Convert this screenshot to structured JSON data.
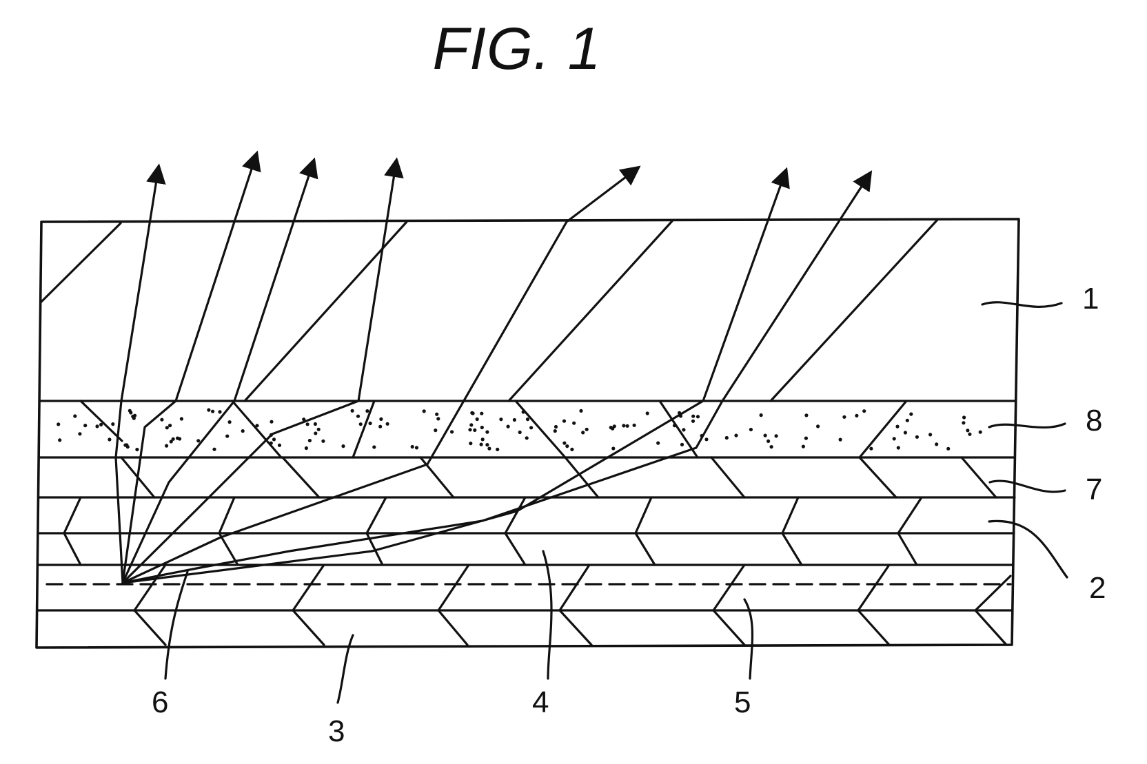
{
  "figure": {
    "title": "FIG. 1",
    "labels": {
      "l1": "1",
      "l2": "2",
      "l3": "3",
      "l4": "4",
      "l5": "5",
      "l6": "6",
      "l7": "7",
      "l8": "8"
    }
  },
  "colors": {
    "line": "#111111",
    "background": "#ffffff"
  }
}
